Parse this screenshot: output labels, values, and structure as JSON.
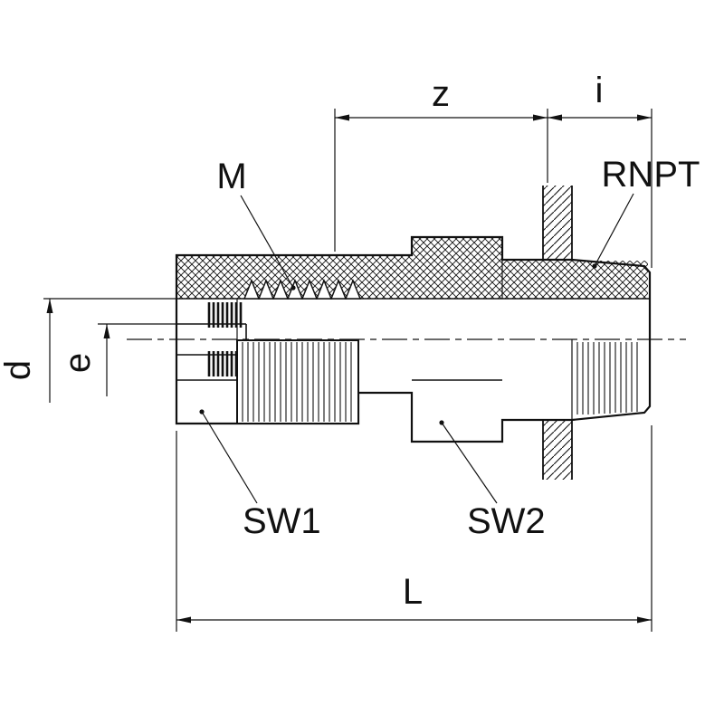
{
  "page": {
    "background": "#ffffff",
    "line_color": "#111111",
    "drawing_type": "technical-section-drawing"
  },
  "labels": {
    "z": "z",
    "i": "i",
    "m": "M",
    "rnpt": "RNPT",
    "d": "d",
    "e": "e",
    "sw1": "SW1",
    "sw2": "SW2",
    "l": "L"
  }
}
